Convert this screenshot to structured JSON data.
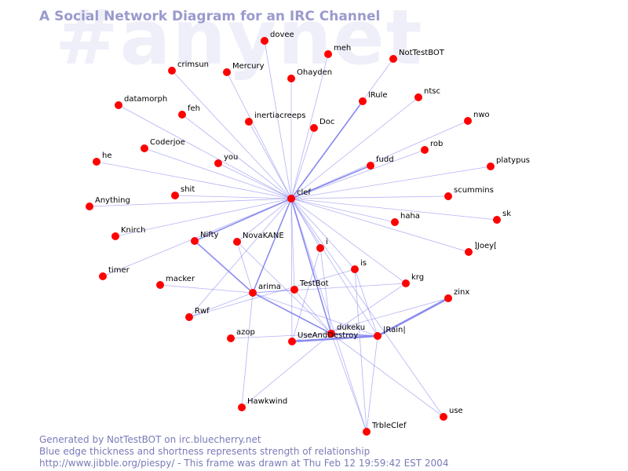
{
  "watermark": "#anynet",
  "title": "A Social Network Diagram for an IRC Channel",
  "footer": {
    "line1": "Generated by NotTestBOT on irc.bluecherry.net",
    "line2": "Blue edge thickness and shortness represents strength of relationship",
    "line3": "http://www.jibble.org/piespy/ - This frame was drawn at Thu Feb 12 19:59:42 EST 2004"
  },
  "colors": {
    "node": "#ff0000",
    "edge": "#8080ee",
    "text": "#000000",
    "title": "#9a9ace"
  },
  "network": {
    "nodes": [
      {
        "id": "clef"
      },
      {
        "id": "dovee"
      },
      {
        "id": "meh"
      },
      {
        "id": "NotTestBOT"
      },
      {
        "id": "crimsun"
      },
      {
        "id": "Mercury"
      },
      {
        "id": "Ohayden"
      },
      {
        "id": "lRule"
      },
      {
        "id": "ntsc"
      },
      {
        "id": "datamorph"
      },
      {
        "id": "feh"
      },
      {
        "id": "inertiacreeps"
      },
      {
        "id": "Doc"
      },
      {
        "id": "nwo"
      },
      {
        "id": "rob"
      },
      {
        "id": "he"
      },
      {
        "id": "Coderjoe"
      },
      {
        "id": "you"
      },
      {
        "id": "fudd"
      },
      {
        "id": "platypus"
      },
      {
        "id": "Anything"
      },
      {
        "id": "shit"
      },
      {
        "id": "scummins"
      },
      {
        "id": "haha"
      },
      {
        "id": "sk"
      },
      {
        "id": "Knirch"
      },
      {
        "id": "Nifty"
      },
      {
        "id": "NovaKANE"
      },
      {
        "id": "i"
      },
      {
        "id": "]Joey["
      },
      {
        "id": "timer"
      },
      {
        "id": "is"
      },
      {
        "id": "macker"
      },
      {
        "id": "TestBot"
      },
      {
        "id": "arima"
      },
      {
        "id": "krg"
      },
      {
        "id": "zinx"
      },
      {
        "id": "Rwf"
      },
      {
        "id": "azop"
      },
      {
        "id": "dukeku"
      },
      {
        "id": "UseAndDestroy"
      },
      {
        "id": "|Rain|"
      },
      {
        "id": "Hawkwind"
      },
      {
        "id": "use"
      },
      {
        "id": "TrbleClef"
      }
    ],
    "edges": [
      {
        "a": "clef",
        "b": "dovee",
        "strength": 1
      },
      {
        "a": "clef",
        "b": "meh",
        "strength": 1
      },
      {
        "a": "clef",
        "b": "NotTestBOT",
        "strength": 1
      },
      {
        "a": "clef",
        "b": "crimsun",
        "strength": 1
      },
      {
        "a": "clef",
        "b": "Mercury",
        "strength": 1
      },
      {
        "a": "clef",
        "b": "Ohayden",
        "strength": 1
      },
      {
        "a": "clef",
        "b": "lRule",
        "strength": 2
      },
      {
        "a": "clef",
        "b": "ntsc",
        "strength": 1
      },
      {
        "a": "clef",
        "b": "datamorph",
        "strength": 1
      },
      {
        "a": "clef",
        "b": "feh",
        "strength": 1
      },
      {
        "a": "clef",
        "b": "inertiacreeps",
        "strength": 1
      },
      {
        "a": "clef",
        "b": "Doc",
        "strength": 1
      },
      {
        "a": "clef",
        "b": "nwo",
        "strength": 1
      },
      {
        "a": "clef",
        "b": "rob",
        "strength": 1
      },
      {
        "a": "clef",
        "b": "he",
        "strength": 1
      },
      {
        "a": "clef",
        "b": "Coderjoe",
        "strength": 1
      },
      {
        "a": "clef",
        "b": "you",
        "strength": 1
      },
      {
        "a": "clef",
        "b": "fudd",
        "strength": 2
      },
      {
        "a": "clef",
        "b": "platypus",
        "strength": 1
      },
      {
        "a": "clef",
        "b": "Anything",
        "strength": 1
      },
      {
        "a": "clef",
        "b": "shit",
        "strength": 1
      },
      {
        "a": "clef",
        "b": "scummins",
        "strength": 1
      },
      {
        "a": "clef",
        "b": "haha",
        "strength": 1
      },
      {
        "a": "clef",
        "b": "sk",
        "strength": 1
      },
      {
        "a": "clef",
        "b": "Knirch",
        "strength": 1
      },
      {
        "a": "clef",
        "b": "Nifty",
        "strength": 2
      },
      {
        "a": "clef",
        "b": "NovaKANE",
        "strength": 1
      },
      {
        "a": "clef",
        "b": "i",
        "strength": 1
      },
      {
        "a": "clef",
        "b": "]Joey[",
        "strength": 1
      },
      {
        "a": "clef",
        "b": "timer",
        "strength": 1
      },
      {
        "a": "clef",
        "b": "is",
        "strength": 1
      },
      {
        "a": "clef",
        "b": "TestBot",
        "strength": 1
      },
      {
        "a": "clef",
        "b": "arima",
        "strength": 2
      },
      {
        "a": "clef",
        "b": "krg",
        "strength": 1
      },
      {
        "a": "clef",
        "b": "Rwf",
        "strength": 1
      },
      {
        "a": "clef",
        "b": "dukeku",
        "strength": 2
      },
      {
        "a": "clef",
        "b": "UseAndDestroy",
        "strength": 1
      },
      {
        "a": "clef",
        "b": "|Rain|",
        "strength": 1
      },
      {
        "a": "clef",
        "b": "use",
        "strength": 1
      },
      {
        "a": "clef",
        "b": "TrbleClef",
        "strength": 1
      },
      {
        "a": "Nifty",
        "b": "arima",
        "strength": 2
      },
      {
        "a": "arima",
        "b": "macker",
        "strength": 1
      },
      {
        "a": "arima",
        "b": "Rwf",
        "strength": 1
      },
      {
        "a": "arima",
        "b": "NovaKANE",
        "strength": 1
      },
      {
        "a": "arima",
        "b": "TestBot",
        "strength": 1
      },
      {
        "a": "arima",
        "b": "dukeku",
        "strength": 2
      },
      {
        "a": "arima",
        "b": "Hawkwind",
        "strength": 1
      },
      {
        "a": "arima",
        "b": "krg",
        "strength": 1
      },
      {
        "a": "arima",
        "b": "|Rain|",
        "strength": 1
      },
      {
        "a": "UseAndDestroy",
        "b": "|Rain|",
        "strength": 3
      },
      {
        "a": "dukeku",
        "b": "|Rain|",
        "strength": 2
      },
      {
        "a": "|Rain|",
        "b": "zinx",
        "strength": 3
      },
      {
        "a": "|Rain|",
        "b": "TrbleClef",
        "strength": 1
      },
      {
        "a": "|Rain|",
        "b": "is",
        "strength": 1
      },
      {
        "a": "dukeku",
        "b": "krg",
        "strength": 1
      },
      {
        "a": "dukeku",
        "b": "TrbleClef",
        "strength": 1
      },
      {
        "a": "dukeku",
        "b": "use",
        "strength": 1
      },
      {
        "a": "dukeku",
        "b": "Hawkwind",
        "strength": 1
      },
      {
        "a": "dukeku",
        "b": "azop",
        "strength": 1
      },
      {
        "a": "UseAndDestroy",
        "b": "i",
        "strength": 1
      },
      {
        "a": "UseAndDestroy",
        "b": "zinx",
        "strength": 1
      },
      {
        "a": "is",
        "b": "TrbleClef",
        "strength": 1
      },
      {
        "a": "Rwf",
        "b": "is",
        "strength": 1
      },
      {
        "a": "i",
        "b": "dukeku",
        "strength": 1
      },
      {
        "a": "TestBot",
        "b": "dukeku",
        "strength": 1
      },
      {
        "a": "NovaKANE",
        "b": "dukeku",
        "strength": 1
      }
    ]
  }
}
